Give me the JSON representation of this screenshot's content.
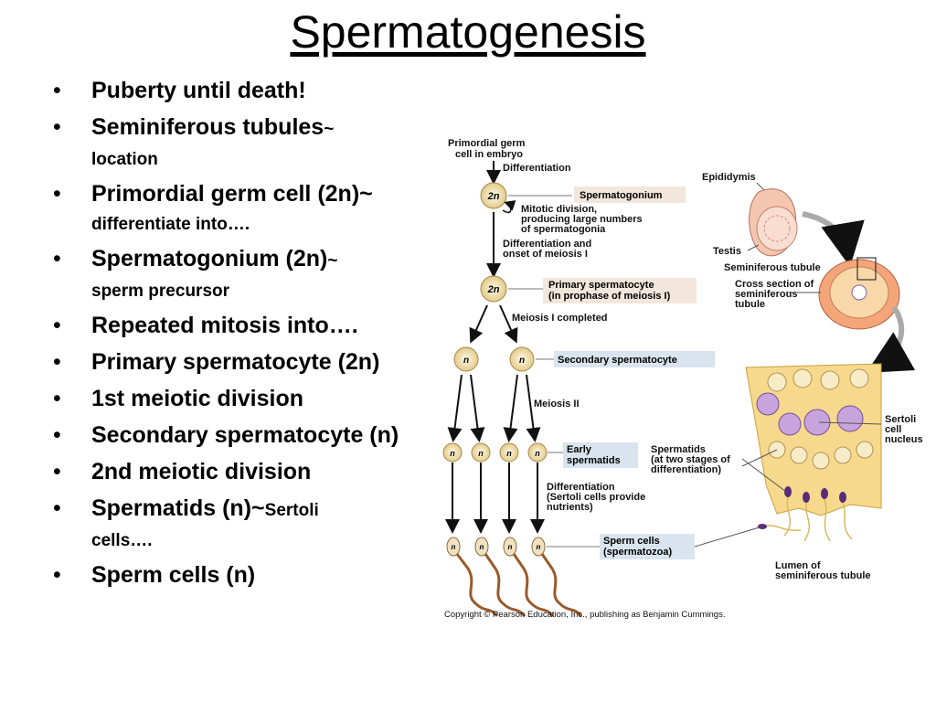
{
  "slide": {
    "title": "Spermatogenesis"
  },
  "bullets": [
    {
      "main": "Puberty until death!",
      "sub": ""
    },
    {
      "main": "Seminiferous tubules",
      "tilde": "~",
      "sub": "location"
    },
    {
      "main": "Primordial germ cell (2n)",
      "tilde": "~",
      "sub": "differentiate into…."
    },
    {
      "main": "Spermatogonium (2n)",
      "tilde": "~",
      "sub": "sperm precursor"
    },
    {
      "main": "Repeated mitosis into….",
      "sub": ""
    },
    {
      "main": "Primary spermatocyte (2n)",
      "sub": ""
    },
    {
      "main": "1st meiotic division",
      "sub": ""
    },
    {
      "main": "Secondary spermatocyte (n)",
      "sub": ""
    },
    {
      "main": "2nd meiotic division",
      "sub": ""
    },
    {
      "main": "Spermatids (n)",
      "tilde": "~",
      "inline_small": "Sertoli",
      "sub": "cells…."
    },
    {
      "main": "Sperm cells (n)",
      "sub": ""
    }
  ],
  "figure": {
    "primordial_line1": "Primordial germ",
    "primordial_line2": "cell in embryo",
    "differentiation": "Differentiation",
    "spermatogonium": "Spermatogonium",
    "mitotic_1": "Mitotic division,",
    "mitotic_2": "producing large numbers",
    "mitotic_3": "of spermatogonia",
    "diff_onset_1": "Differentiation and",
    "diff_onset_2": "onset of meiosis I",
    "primary_1": "Primary spermatocyte",
    "primary_2": "(in prophase of meiosis I)",
    "meiosis1_completed": "Meiosis I completed",
    "secondary": "Secondary spermatocyte",
    "meiosis2": "Meiosis II",
    "early_1": "Early",
    "early_2": "spermatids",
    "spermatids_1": "Spermatids",
    "spermatids_2": "(at two stages of",
    "spermatids_3": "differentiation)",
    "diff_sertoli_1": "Differentiation",
    "diff_sertoli_2": "(Sertoli cells provide",
    "diff_sertoli_3": "nutrients)",
    "sperm_1": "Sperm cells",
    "sperm_2": "(spermatozoa)",
    "epididymis": "Epididymis",
    "testis": "Testis",
    "seminiferous_tubule": "Seminiferous tubule",
    "cross_1": "Cross section of",
    "cross_2": "seminiferous",
    "cross_3": "tubule",
    "sertoli_1": "Sertoli",
    "sertoli_2": "cell",
    "sertoli_3": "nucleus",
    "lumen_1": "Lumen of",
    "lumen_2": "seminiferous tubule",
    "copyright": "Copyright © Pearson Education, Inc., publishing as Benjamin Cummings.",
    "label_2n": "2n",
    "label_n": "n"
  },
  "colors": {
    "label_box": "#d9e4ee",
    "label_box_alt": "#f3e6dc",
    "cell_fill": "#f6e8c4",
    "tubule": "#f5d888",
    "cell_purple": "#b98fd0",
    "sperm_head": "#b06a3b"
  }
}
